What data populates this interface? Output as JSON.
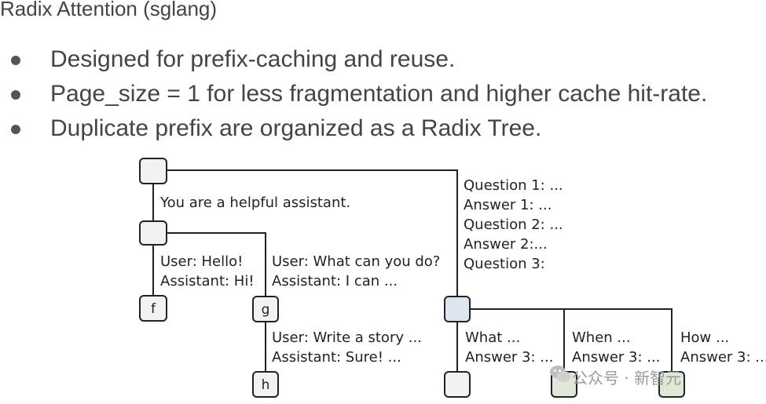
{
  "title": "Radix Attention (sglang)",
  "bullets": [
    "Designed for prefix-caching and reuse.",
    "Page_size = 1 for less fragmentation and higher cache hit-rate.",
    "Duplicate prefix are organized as a Radix Tree."
  ],
  "tree": {
    "node_labels": {
      "f": "f",
      "g": "g",
      "h": "h"
    },
    "edge_labels": {
      "system": "You are a helpful assistant.",
      "hello_user": "User: Hello!",
      "hello_assistant": "Assistant: Hi!",
      "whatcan_user": "User: What can you do?",
      "whatcan_assistant": "Assistant: I can ...",
      "story_user": "User: Write a story ...",
      "story_assistant": "Assistant: Sure! ...",
      "qa_q1": "Question 1: ...",
      "qa_a1": "Answer 1: ...",
      "qa_q2": "Question 2: ...",
      "qa_a2": "Answer 2:...",
      "qa_q3": "Question 3:",
      "what_q": "What ...",
      "what_a": "Answer 3: ...",
      "when_q": "When ...",
      "when_a": "Answer 3: ...",
      "how_q": "How ...",
      "how_a": "Answer 3: ..."
    },
    "colors": {
      "line": "#222222",
      "node_default": "#f2f2f2",
      "node_selected": "#dde5f0",
      "node_new": "#dfe8d6"
    }
  },
  "watermark": {
    "text": "公众号 · 新智元",
    "icon": "wechat-icon"
  }
}
